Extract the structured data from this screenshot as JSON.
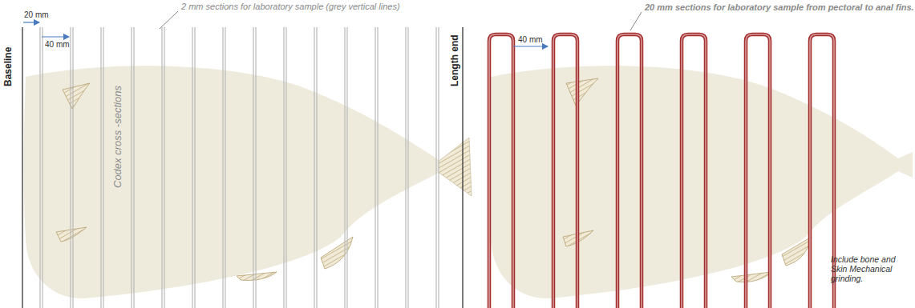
{
  "diagram": {
    "labels": [
      "20 mm",
      "40 mm",
      "2 mm sections for laboratory sample (grey vertical lines)",
      "Baseline",
      "Codex cross -sections",
      "Length end",
      "40 mm",
      "20 mm sections for laboratory sample from pectoral to anal fins.",
      "Include bone and Skin Mechanical grinding."
    ]
  }
}
